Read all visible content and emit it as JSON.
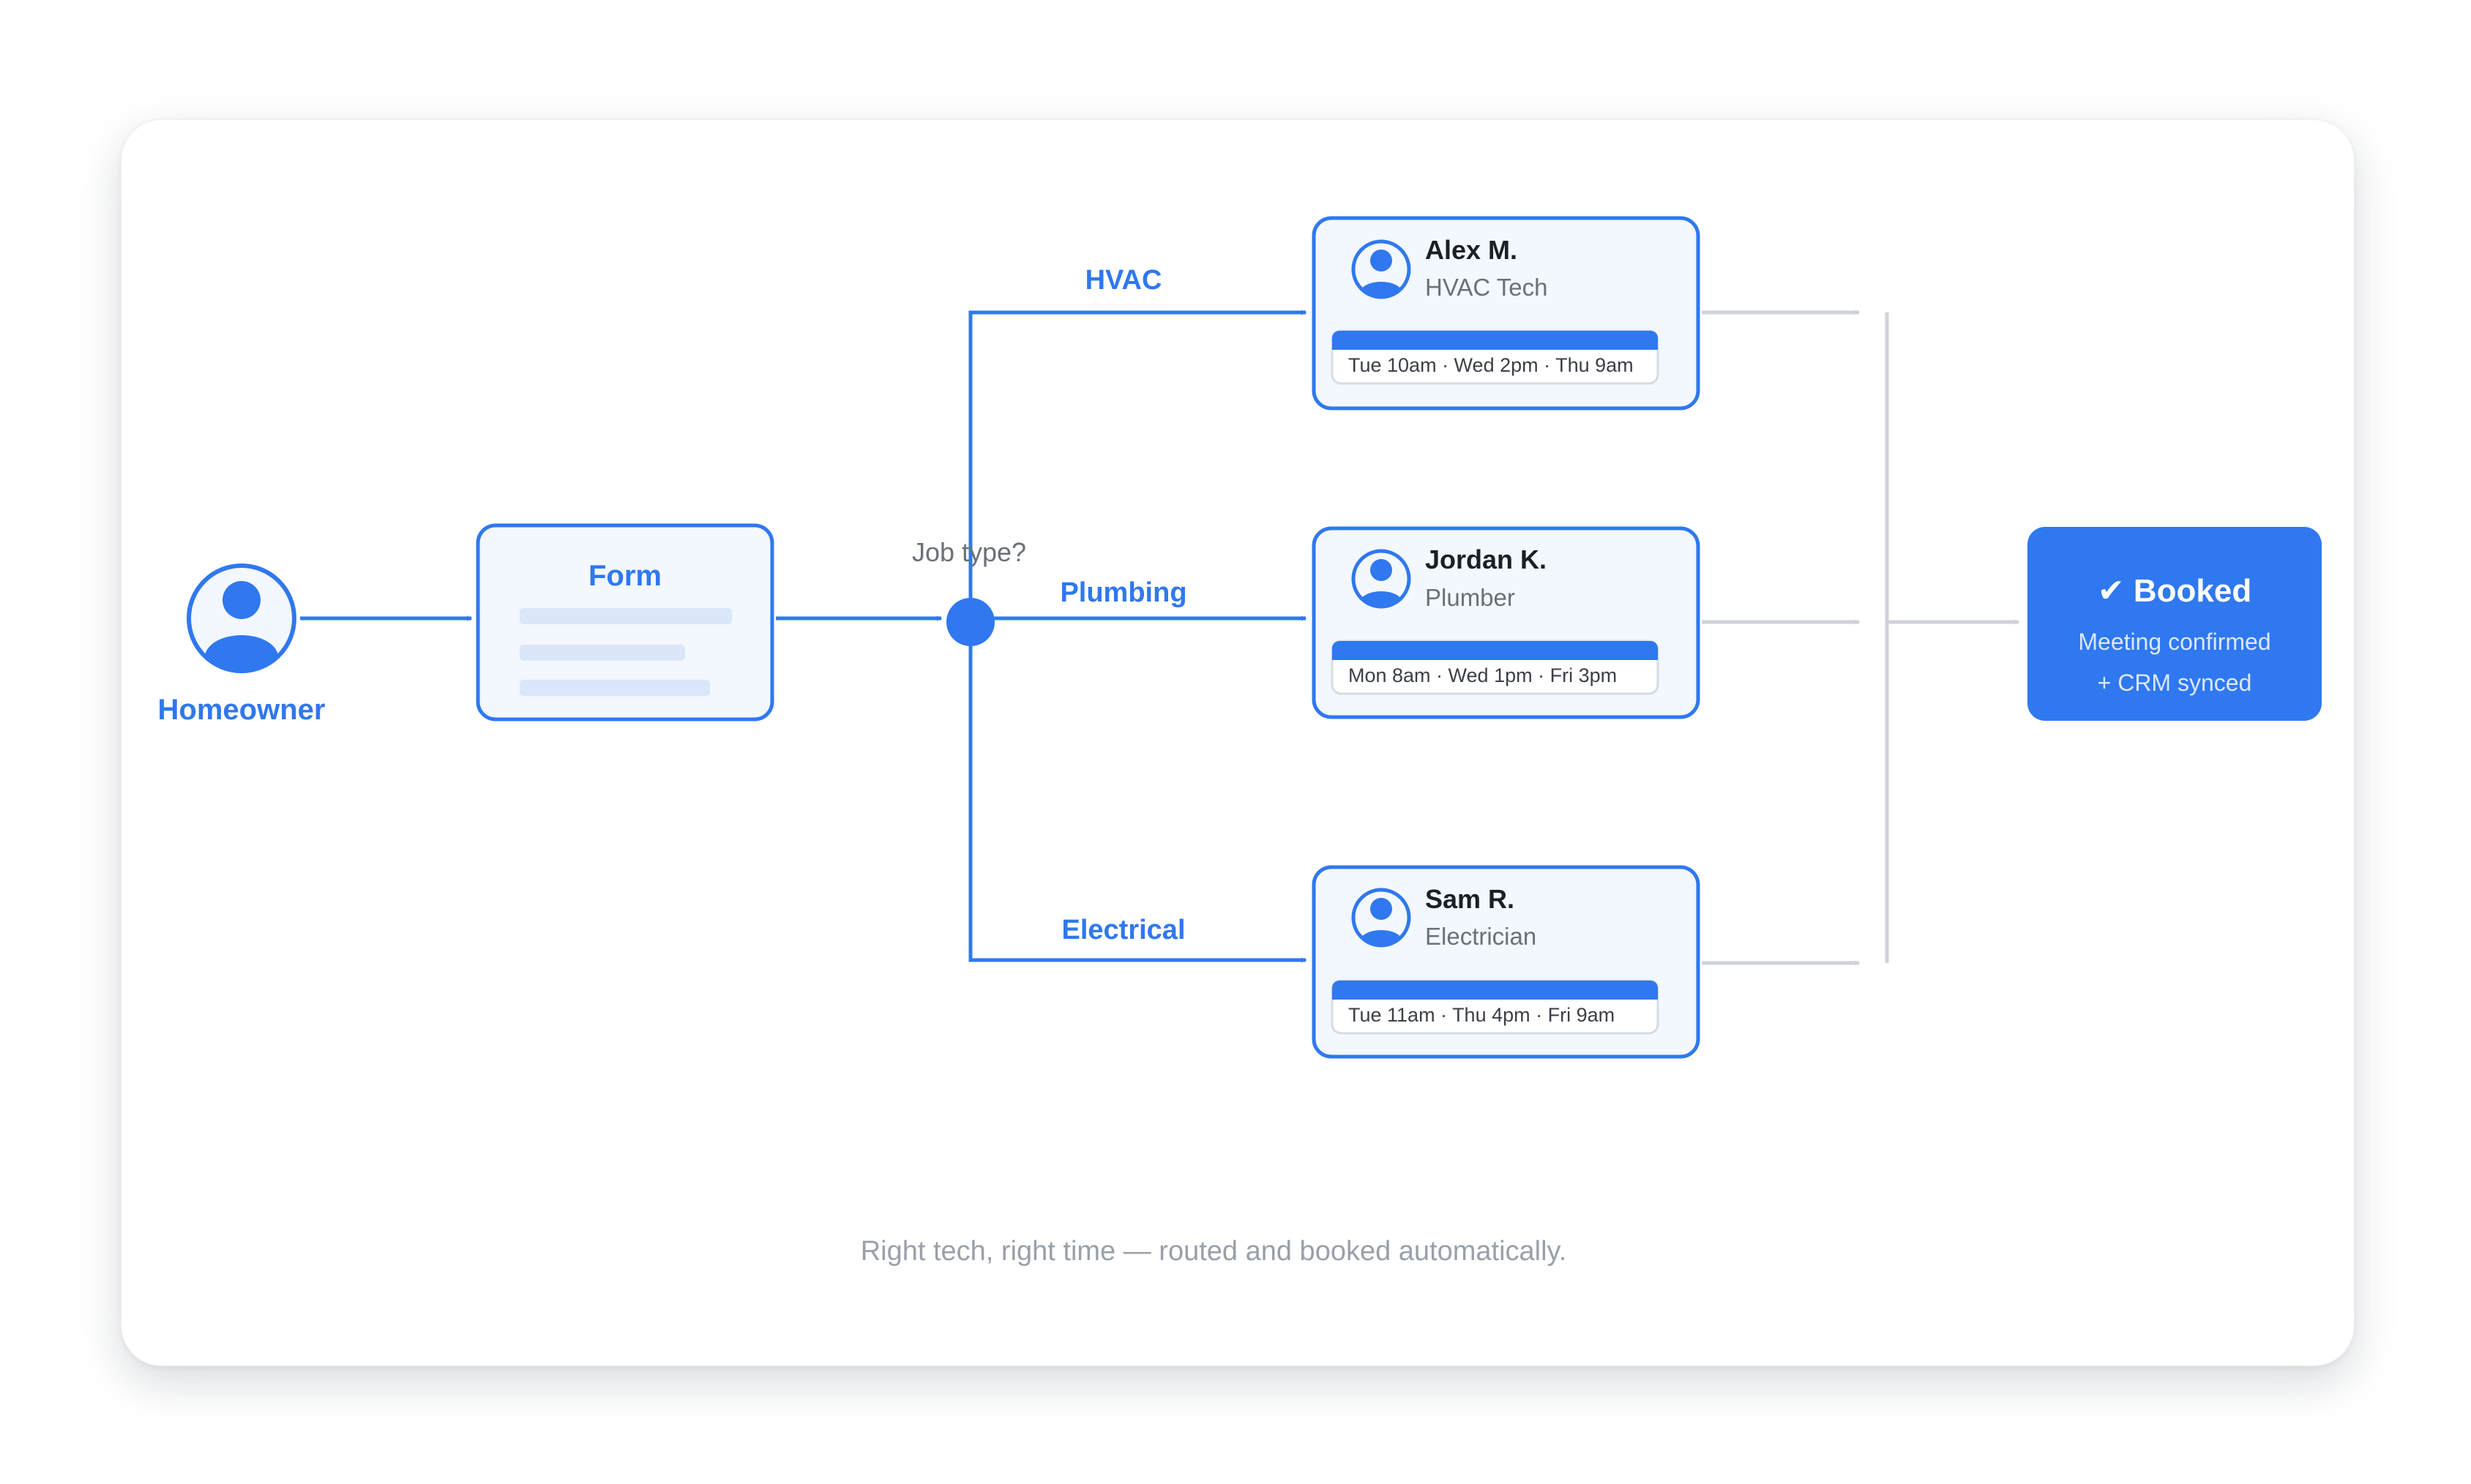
{
  "homeowner": {
    "label": "Homeowner",
    "icon": "person-icon"
  },
  "form": {
    "title": "Form"
  },
  "decision": {
    "question": "Job type?"
  },
  "routes": [
    {
      "label": "HVAC",
      "tech": {
        "name": "Alex M.",
        "role": "HVAC Tech",
        "slots": "Tue 10am · Wed 2pm · Thu 9am"
      }
    },
    {
      "label": "Plumbing",
      "tech": {
        "name": "Jordan K.",
        "role": "Plumber",
        "slots": "Mon 8am · Wed 1pm · Fri 3pm"
      }
    },
    {
      "label": "Electrical",
      "tech": {
        "name": "Sam R.",
        "role": "Electrician",
        "slots": "Tue 11am · Thu 4pm · Fri 9am"
      }
    }
  ],
  "booked": {
    "title": "✔ Booked",
    "line1": "Meeting confirmed",
    "line2": "+ CRM synced"
  },
  "caption": "Right tech, right time — routed and booked automatically.",
  "colors": {
    "accent": "#2f78ef",
    "panel": "#f3f7fe",
    "connector_gray": "#cfd2d8",
    "caption": "#9aa0aa"
  }
}
